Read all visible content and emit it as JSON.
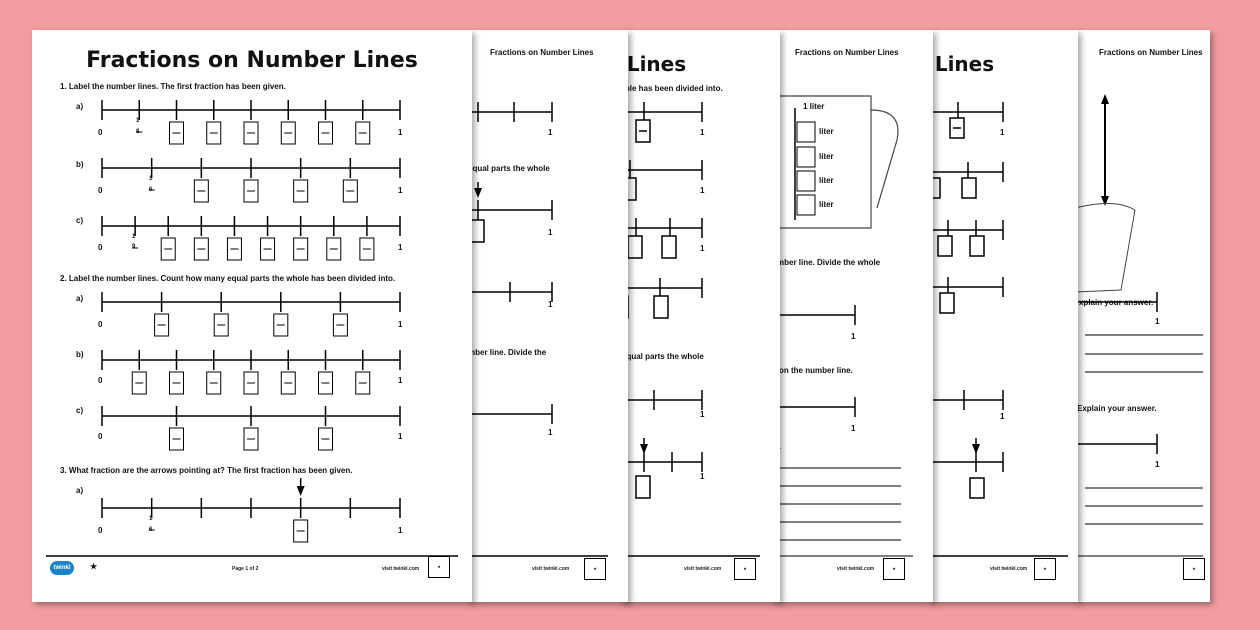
{
  "main": {
    "title": "Fractions on Number Lines",
    "q1": "1.  Label the number lines. The first fraction has been given.",
    "q2": "2.  Label the number lines. Count how many equal parts the whole has been divided into.",
    "q3": "3.  What fraction are the arrows pointing at? The first fraction has been given.",
    "labels": {
      "a": "a)",
      "b": "b)",
      "c": "c)",
      "zero": "0",
      "one": "1"
    },
    "fractions": {
      "eighth": "8",
      "sixth": "6",
      "ninth": "9",
      "numerator": "1"
    },
    "page": "Page 1 of 2",
    "visit": "visit twinkl.com",
    "logo": "twinkl"
  },
  "sheet2": {
    "header": "Fractions on Number Lines",
    "t1": "equal parts the whole",
    "t2": "mber line. Divide the",
    "one": "1",
    "visit": "visit twinkl.com"
  },
  "sheet3": {
    "title_frag": "r Lines",
    "t1": "hole has been divided into.",
    "t2": "equal parts the whole",
    "one": "1",
    "visit": "visit twinkl.com"
  },
  "sheet4": {
    "header": "Fractions on Number Lines",
    "liter_top": "1 liter",
    "liter": "liter",
    "t1": "mber line. Divide the whole",
    "t2": "on the number line.",
    "t3": "w.",
    "one": "1",
    "visit": "visit twinkl.com"
  },
  "sheet5": {
    "title_frag": "r Lines",
    "one": "1",
    "visit": "visit twinkl.com"
  },
  "sheet6": {
    "header": "Fractions on Number Lines",
    "t1": "xplain your answer.",
    "t2": "Explain your answer.",
    "one": "1"
  }
}
